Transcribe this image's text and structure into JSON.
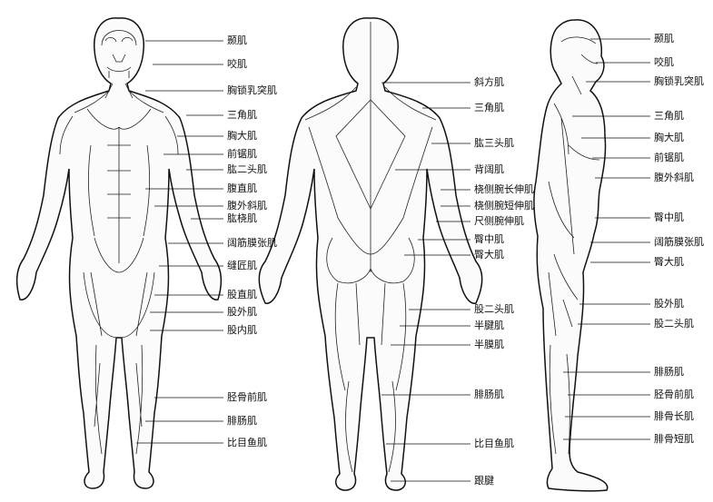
{
  "front": {
    "labels": [
      "颞肌",
      "咬肌",
      "胸锁乳突肌",
      "三角肌",
      "胸大肌",
      "前锯肌",
      "肱二头肌",
      "腹直肌",
      "腹外斜肌",
      "肱桡肌",
      "阔筋膜张肌",
      "缝匠肌",
      "股直肌",
      "股外肌",
      "股内肌",
      "胫骨前肌",
      "腓肠肌",
      "比目鱼肌"
    ]
  },
  "back": {
    "labels": [
      "斜方肌",
      "三角肌",
      "肱三头肌",
      "背阔肌",
      "桡侧腕长伸肌",
      "桡侧腕短伸肌",
      "尺侧腕伸肌",
      "臀中肌",
      "臀大肌",
      "股二头肌",
      "半腱肌",
      "半膜肌",
      "腓肠肌",
      "比目鱼肌",
      "跟腱"
    ]
  },
  "side": {
    "labels": [
      "颞肌",
      "咬肌",
      "胸锁乳突肌",
      "三角肌",
      "胸大肌",
      "前锯肌",
      "腹外斜肌",
      "臀中肌",
      "阔筋膜张肌",
      "臀大肌",
      "股外肌",
      "股二头肌",
      "腓肠肌",
      "胫骨前肌",
      "腓骨长肌",
      "腓骨短肌"
    ]
  }
}
